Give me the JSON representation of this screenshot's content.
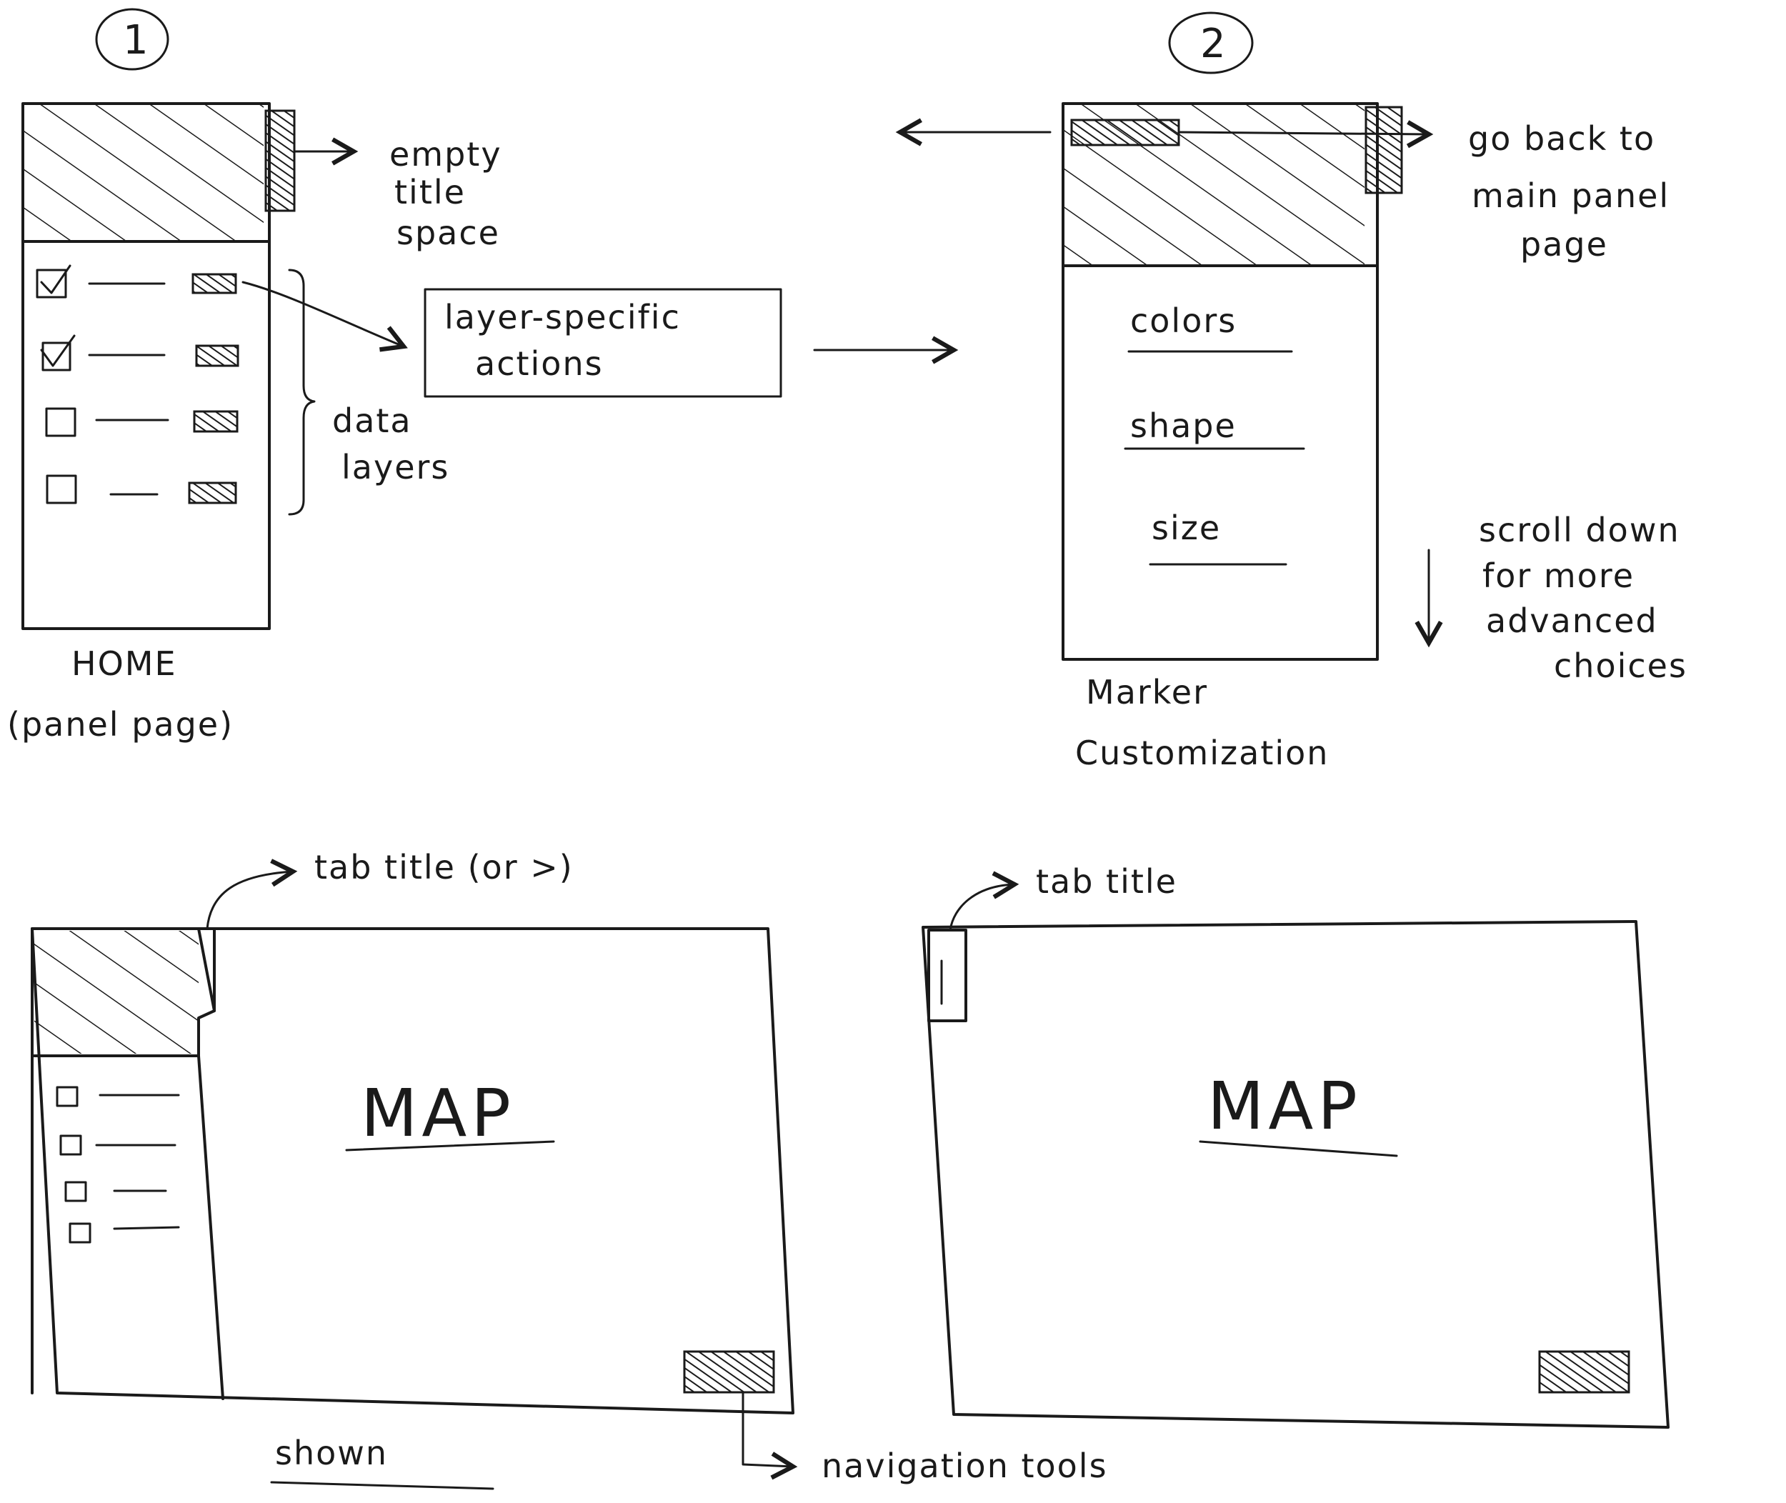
{
  "step_numbers": {
    "first": "1",
    "second": "2"
  },
  "home_panel": {
    "annotation_title_space": [
      "empty",
      "title",
      "space"
    ],
    "annotation_actions": [
      "layer-specific",
      "actions"
    ],
    "annotation_data_layers": [
      "data",
      "layers"
    ],
    "caption": [
      "HOME",
      "(panel page)"
    ],
    "layer_rows": [
      {
        "checked": true
      },
      {
        "checked": true
      },
      {
        "checked": false
      },
      {
        "checked": false
      }
    ]
  },
  "marker_panel": {
    "options": [
      "colors",
      "shape",
      "size"
    ],
    "annotation_back": [
      "go back to",
      "main panel",
      "page"
    ],
    "annotation_scroll": [
      "scroll down",
      "for more",
      "advanced",
      "choices"
    ],
    "caption": [
      "Marker",
      "Customization"
    ]
  },
  "map_shown": {
    "map_label": "MAP",
    "annotation_tab": "tab title (or >)",
    "caption": "shown",
    "annotation_nav": "navigation tools"
  },
  "map_hidden": {
    "map_label": "MAP",
    "annotation_tab": "tab title"
  },
  "colors": {
    "ink": "#1a1a1a",
    "paper": "#ffffff"
  }
}
